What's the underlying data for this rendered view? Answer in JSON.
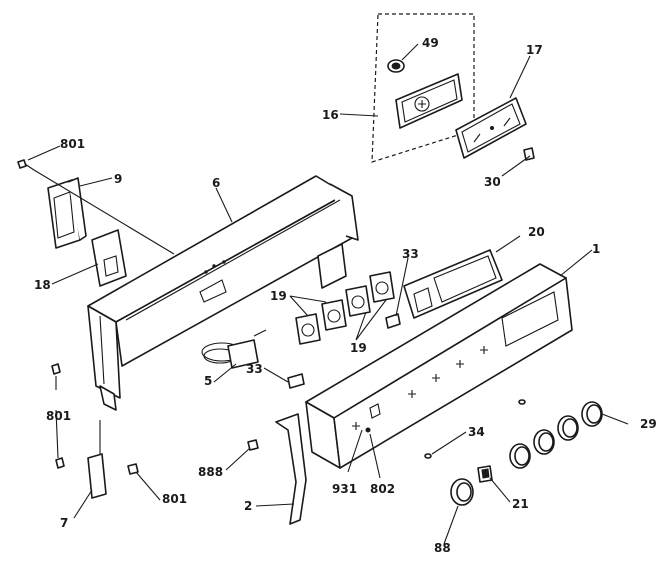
{
  "callouts": {
    "c49": "49",
    "c16": "16",
    "c17": "17",
    "c801a": "801",
    "c9": "9",
    "c6": "6",
    "c30": "30",
    "c20": "20",
    "c1": "1",
    "c18": "18",
    "c33a": "33",
    "c19a": "19",
    "c19b": "19",
    "c5": "5",
    "c33b": "33",
    "c801b": "801",
    "c34": "34",
    "c29": "29",
    "c888": "888",
    "c931": "931",
    "c802": "802",
    "c801c": "801",
    "c21": "21",
    "c7": "7",
    "c2": "2",
    "c88": "88"
  }
}
